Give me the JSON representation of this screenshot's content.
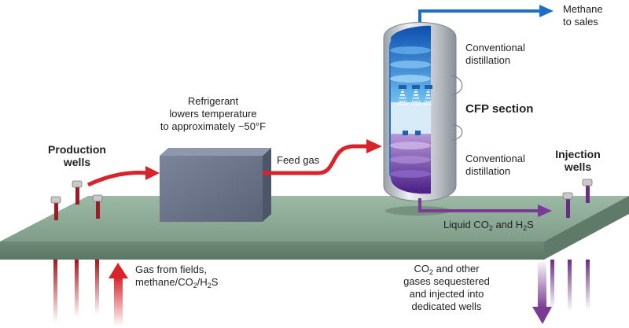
{
  "labels": {
    "methane_sales": [
      "Methane",
      "to sales"
    ],
    "conv_distillation_top": [
      "Conventional",
      "distillation"
    ],
    "cfp_section": "CFP section",
    "conv_distillation_bottom": [
      "Conventional",
      "distillation"
    ],
    "refrigerant": [
      "Refrigerant",
      "lowers temperature",
      "to approximately −50°F"
    ],
    "feed_gas": "Feed gas",
    "production_wells": [
      "Production",
      "wells"
    ],
    "injection_wells": [
      "Injection",
      "wells"
    ],
    "liquid_co2": {
      "a": "Liquid CO",
      "sub1": "2",
      "b": " and H",
      "sub2": "2",
      "c": "S"
    },
    "gas_from_fields": {
      "line1": "Gas from fields,",
      "a": "methane/CO",
      "sub1": "2",
      "b": "/H",
      "sub2": "2",
      "c": "S"
    },
    "co2_sequestered": {
      "a": "CO",
      "sub1": "2",
      "b": " and other",
      "line2": "gases sequestered",
      "line3": "and injected into",
      "line4": "dedicated wells"
    }
  },
  "colors": {
    "ground": "#8fae98",
    "box": "#6b7489",
    "red_flow": "#d8232a",
    "blue_flow": "#1d6fc4",
    "purple_flow": "#7b3a93",
    "vessel": "#cfd3d8"
  }
}
